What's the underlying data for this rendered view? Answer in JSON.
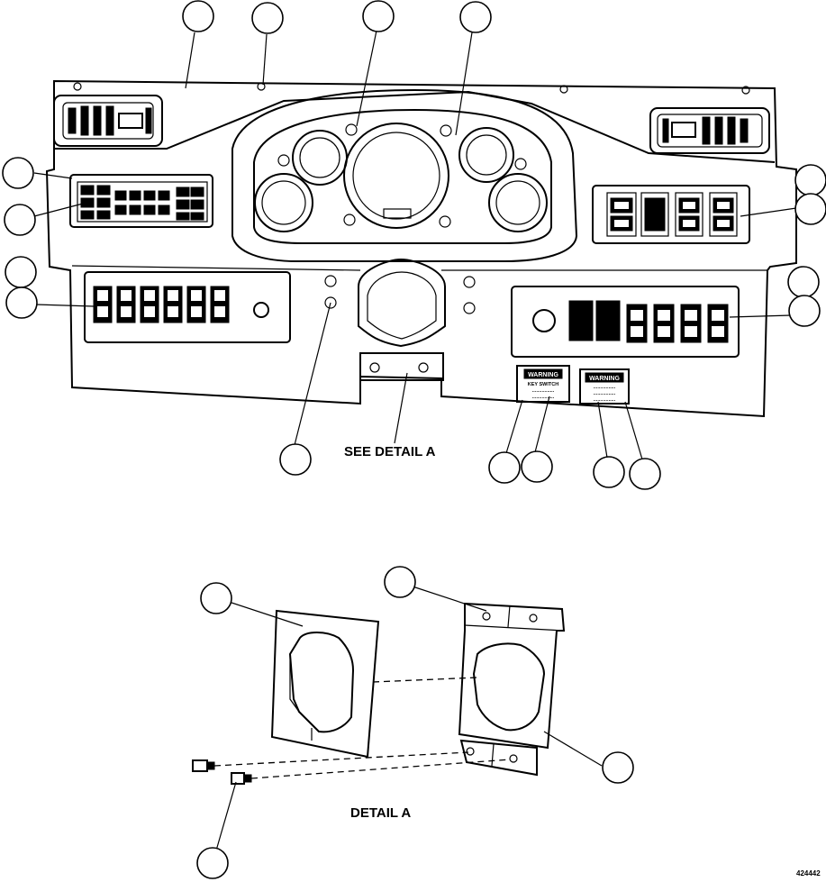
{
  "figure": {
    "see_detail_label": "SEE DETAIL A",
    "detail_title": "DETAIL A",
    "figure_number": "424442"
  },
  "warning_plates": [
    {
      "header": "WARNING",
      "text_lines": [
        "KEY SWITCH",
        "................",
        "................"
      ]
    },
    {
      "header": "WARNING",
      "text_lines": [
        "................",
        "................",
        "................"
      ]
    }
  ],
  "callouts": [
    {
      "id": "c1"
    },
    {
      "id": "c2"
    },
    {
      "id": "c3"
    },
    {
      "id": "c4"
    },
    {
      "id": "c5"
    },
    {
      "id": "c6"
    },
    {
      "id": "c7"
    },
    {
      "id": "c8"
    },
    {
      "id": "c9"
    },
    {
      "id": "c10"
    },
    {
      "id": "c11"
    },
    {
      "id": "c12"
    },
    {
      "id": "c13"
    },
    {
      "id": "c14"
    },
    {
      "id": "c15"
    },
    {
      "id": "c16"
    },
    {
      "id": "c17"
    },
    {
      "id": "c18"
    },
    {
      "id": "c19"
    },
    {
      "id": "c20"
    },
    {
      "id": "c21"
    },
    {
      "id": "c22"
    },
    {
      "id": "c23"
    }
  ]
}
